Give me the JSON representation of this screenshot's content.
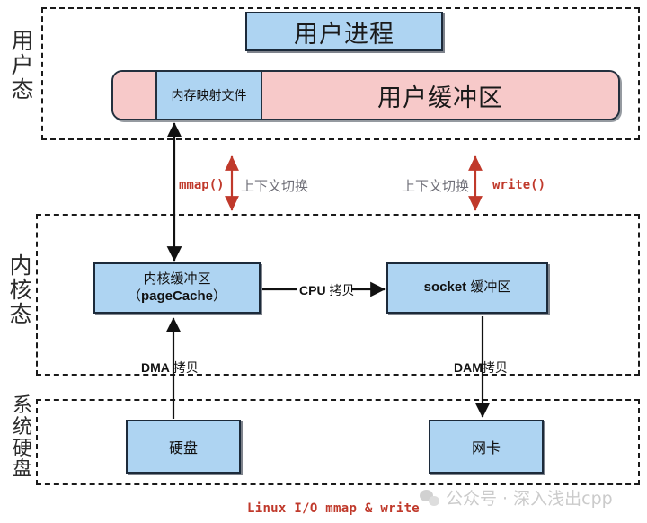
{
  "diagram": {
    "caption": "Linux I/O mmap & write",
    "regions": [
      {
        "id": "user",
        "label_chars": [
          "用",
          "户",
          "态"
        ]
      },
      {
        "id": "kernel",
        "label_chars": [
          "内",
          "核",
          "态"
        ]
      },
      {
        "id": "hw",
        "label_chars": [
          "系",
          "统",
          "硬",
          "盘"
        ]
      }
    ],
    "user_space": {
      "process_box": "用户进程",
      "buffer_bar": {
        "mapped_file": "内存映射文件",
        "user_buffer": "用户缓冲区"
      }
    },
    "kernel_space": {
      "page_cache_line1": "内核缓冲区",
      "page_cache_line2_open": "（",
      "page_cache_line2_name": "pageCache",
      "page_cache_line2_close": "）",
      "socket_buffer_name": "socket",
      "socket_buffer_suffix": " 缓冲区",
      "cpu_copy_label_en": "CPU",
      "cpu_copy_label_cn": " 拷贝"
    },
    "hardware": {
      "disk": "硬盘",
      "nic": "网卡"
    },
    "transitions": [
      {
        "id": "mmap",
        "syscall": "mmap()",
        "context_switch": "上下文切换"
      },
      {
        "id": "write",
        "syscall": "write()",
        "context_switch": "上下文切换"
      }
    ],
    "dma": {
      "left_en": "DMA",
      "left_cn": " 拷贝",
      "right_en": "DAM",
      "right_cn": "拷贝"
    },
    "watermark": {
      "icon": "wechat-icon",
      "text": "公众号 · 深入浅出cpp"
    },
    "colors": {
      "blue_fill": "#aed4f2",
      "pink_fill": "#f7c9c9",
      "box_border": "#1c2a3a",
      "accent_red": "#c0392b",
      "gray_text": "#6f6f78"
    }
  }
}
